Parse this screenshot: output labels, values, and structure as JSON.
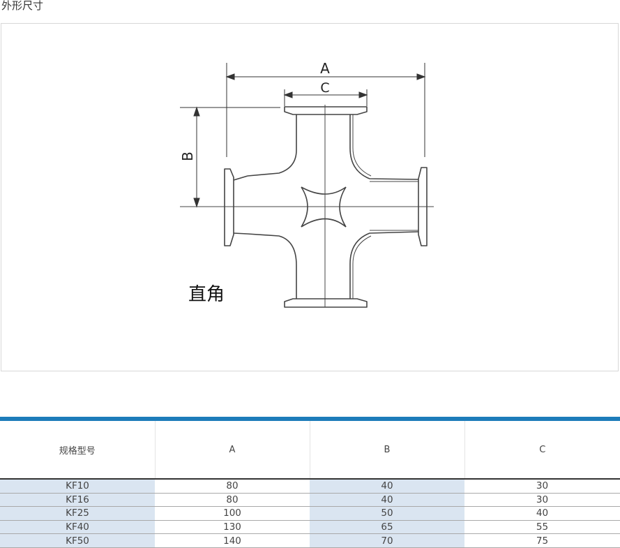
{
  "section_title": "外形尺寸",
  "drawing": {
    "label_a": "A",
    "label_b": "B",
    "label_c": "C",
    "caption": "直角"
  },
  "table": {
    "headers": [
      "规格型号",
      "A",
      "B",
      "C"
    ],
    "rows": [
      [
        "KF10",
        "80",
        "40",
        "30"
      ],
      [
        "KF16",
        "80",
        "40",
        "30"
      ],
      [
        "KF25",
        "100",
        "50",
        "40"
      ],
      [
        "KF40",
        "130",
        "65",
        "55"
      ],
      [
        "KF50",
        "140",
        "70",
        "75"
      ]
    ]
  },
  "colors": {
    "accent_bar": "#1d7cba",
    "shaded_column": "#dae5f1"
  }
}
